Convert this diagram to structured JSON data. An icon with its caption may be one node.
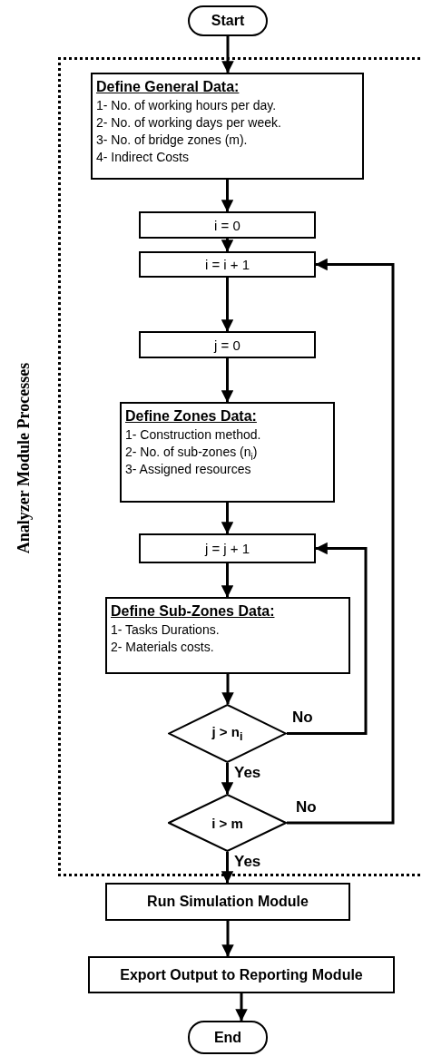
{
  "diagram": {
    "nodes": [
      {
        "text": [
          "Start"
        ]
      },
      {
        "text": [
          "Analyzer Module Processes"
        ]
      },
      {
        "text": [
          "Define General Data:",
          "1- No. of working hours per day.",
          "2- No. of working days per week.",
          "3- No. of bridge zones (m).",
          "4- Indirect Costs"
        ],
        "in": 1
      },
      {
        "text": [
          "i = 0"
        ],
        "in": 1
      },
      {
        "text": [
          "i = i + 1"
        ],
        "in": 1
      },
      {
        "text": [
          "j = 0"
        ],
        "in": 1
      },
      {
        "text": [
          "Define Zones Data:",
          "1- Construction method.",
          "2- No. of sub-zones (n$_{i}$)",
          "3- Assigned resources"
        ],
        "in": 1
      },
      {
        "text": [
          "j = j + 1"
        ],
        "in": 1
      },
      {
        "text": [
          "Define Sub-Zones Data:",
          "1- Tasks Durations.",
          "2- Materials costs."
        ],
        "in": 1
      },
      {
        "text": [
          "j > n$_{i}$"
        ],
        "in": 1
      },
      {
        "text": [
          "i > m"
        ],
        "in": 1
      },
      {
        "text": [
          "Run Simulation Module"
        ]
      },
      {
        "text": [
          "Export Output to Reporting Module"
        ]
      },
      {
        "text": [
          "End"
        ]
      }
    ],
    "edges": [
      {
        "from": 0,
        "to": 2,
        "arrow": "to"
      },
      {
        "from": 2,
        "to": 3,
        "arrow": "to"
      },
      {
        "from": 3,
        "to": 4,
        "arrow": "to"
      },
      {
        "from": 4,
        "to": 5,
        "arrow": "to"
      },
      {
        "from": 5,
        "to": 6,
        "arrow": "to"
      },
      {
        "from": 6,
        "to": 7,
        "arrow": "to"
      },
      {
        "from": 7,
        "to": 8,
        "arrow": "to"
      },
      {
        "from": 8,
        "to": 9,
        "arrow": "to"
      },
      {
        "from": 9,
        "to": 10,
        "arrow": "to",
        "label": "Yes"
      },
      {
        "from": 9,
        "to": 7,
        "arrow": "to",
        "label": "No"
      },
      {
        "from": 10,
        "to": 4,
        "arrow": "to",
        "label": "No"
      },
      {
        "from": 10,
        "to": 11,
        "arrow": "to",
        "label": "Yes"
      },
      {
        "from": 11,
        "to": 12,
        "arrow": "to"
      },
      {
        "from": 12,
        "to": 13,
        "arrow": "to"
      }
    ]
  }
}
